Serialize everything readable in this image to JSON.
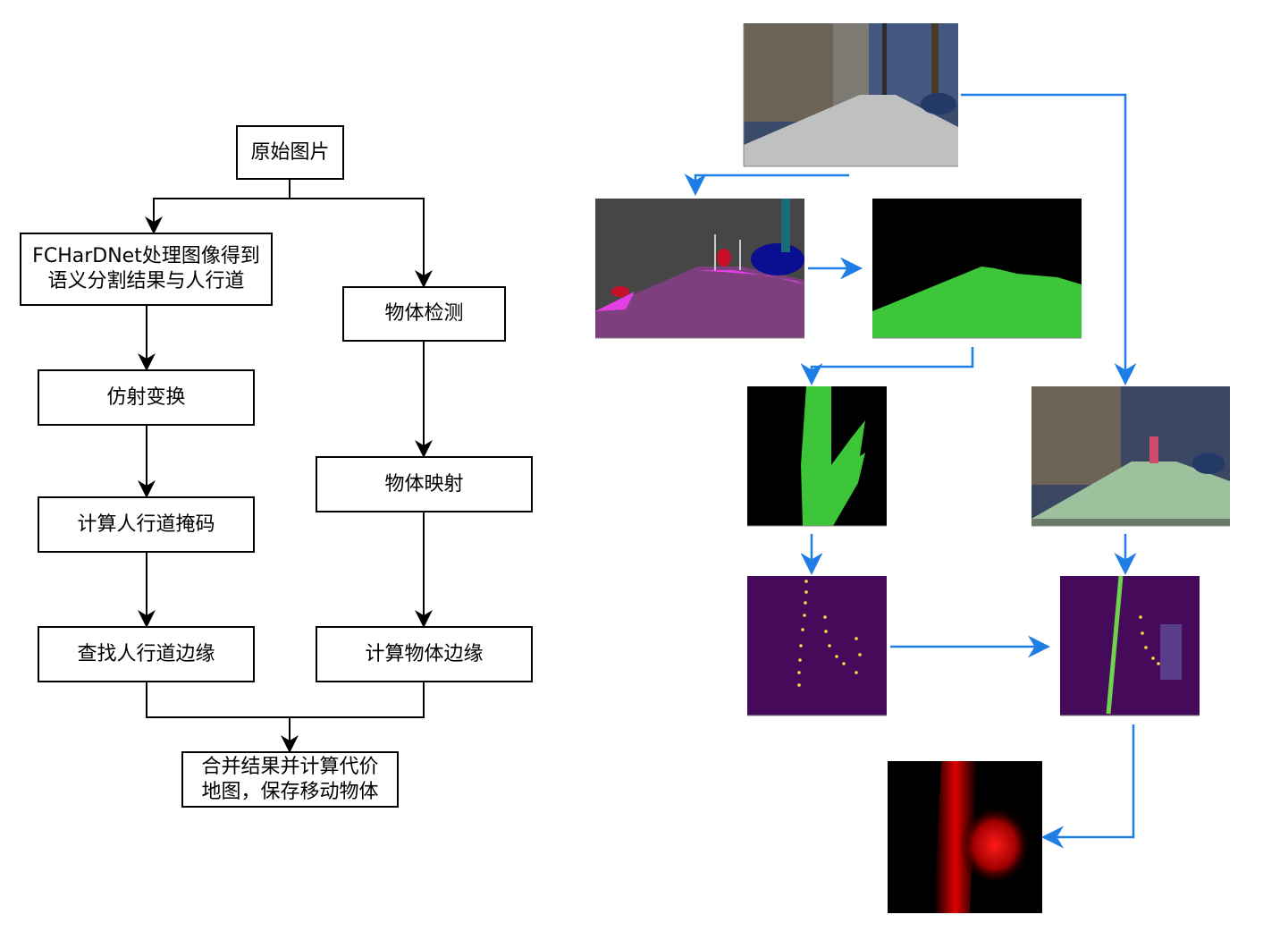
{
  "flowchart": {
    "start": "原始图片",
    "segmentation": "FCHarDNet处理图像得到\n语义分割结果与人行道",
    "detection": "物体检测",
    "affine": "仿射变换",
    "object_mapping": "物体映射",
    "sidewalk_mask": "计算人行道掩码",
    "sidewalk_edge": "查找人行道边缘",
    "object_edge": "计算物体边缘",
    "merge": "合并结果并计算代价\n地图，保存移动物体"
  },
  "colors": {
    "arrow_blue": "#1e7ee6",
    "sidewalk_green": "#3ec63a",
    "plot_purple": "#450a5a",
    "edge_yellow": "#f0e23a",
    "cost_red": "#e00000"
  }
}
